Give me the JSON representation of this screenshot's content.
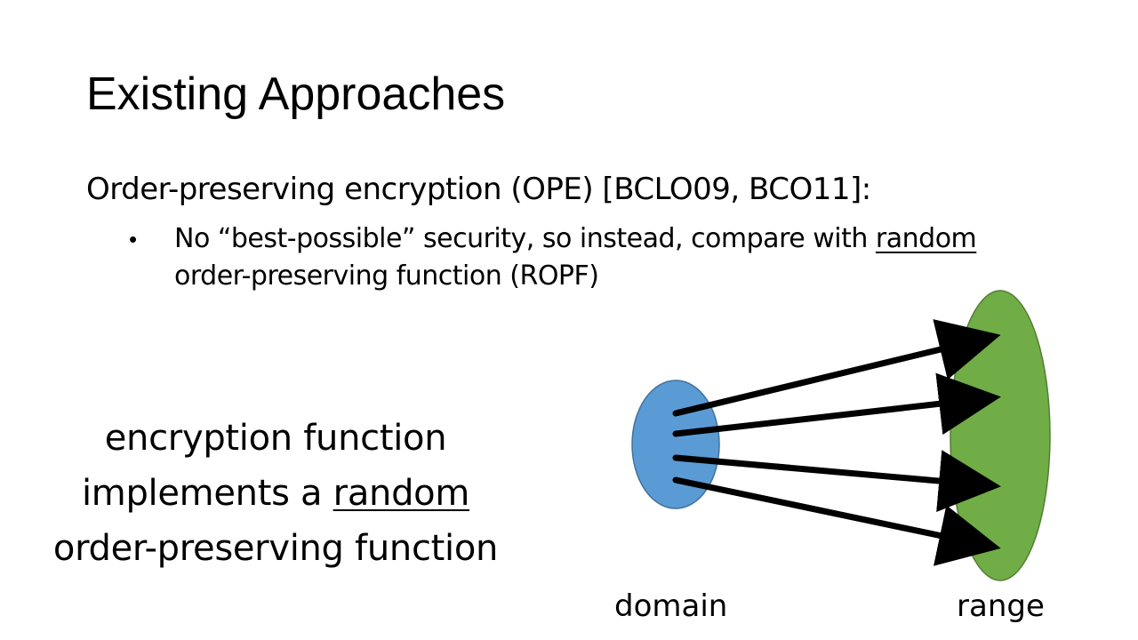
{
  "slide": {
    "title": "Existing Approaches",
    "subheading": "Order-preserving encryption (OPE) [BCLO09, BCO11]:",
    "bullet": {
      "marker": "•",
      "text_part1": "No “best-possible” security, so instead, compare with ",
      "text_underlined": "random",
      "text_part2": " order-preserving function (ROPF)"
    },
    "callout": {
      "line1": "encryption function",
      "line2_prefix": "implements a ",
      "line2_underlined": "random",
      "line3": "order-preserving function"
    },
    "diagram": {
      "domain_label": "domain",
      "range_label": "range",
      "domain_color": "#5B9BD5",
      "range_color": "#70AD47",
      "arrow_color": "#000000",
      "mapping_count": 4
    }
  }
}
